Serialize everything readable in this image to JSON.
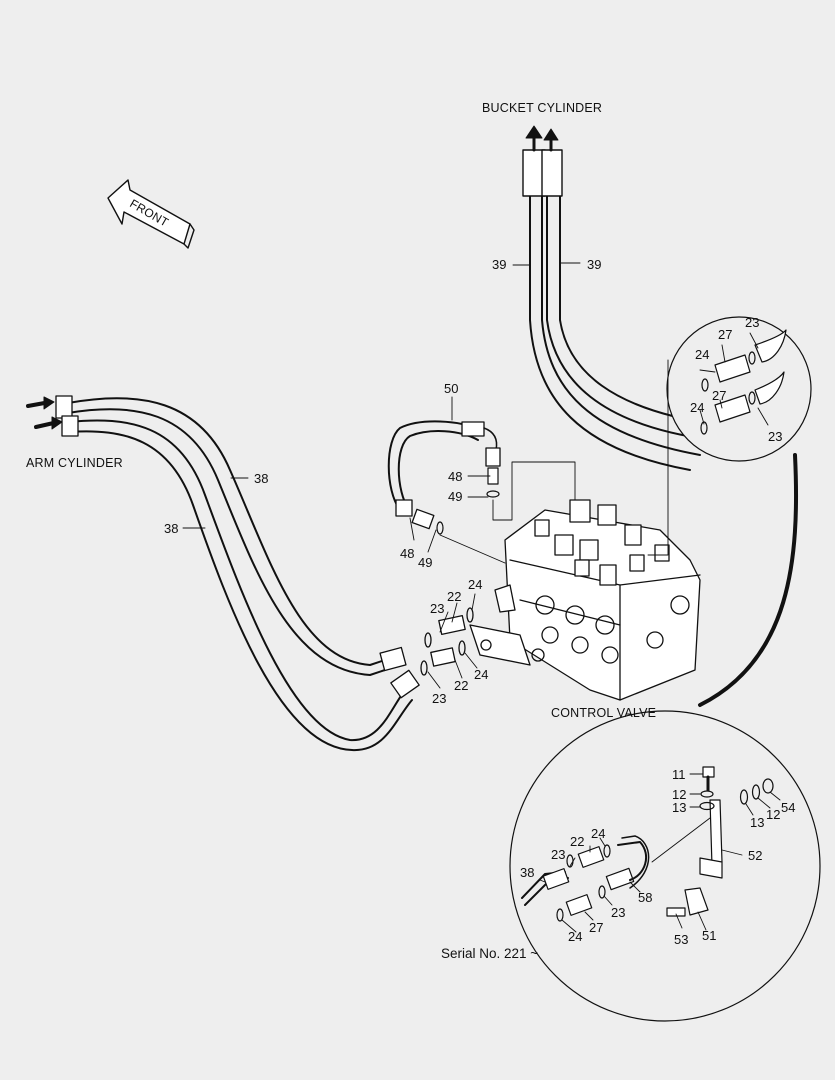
{
  "labels": {
    "bucket_cylinder": "BUCKET CYLINDER",
    "arm_cylinder": "ARM CYLINDER",
    "control_valve": "CONTROL VALVE",
    "front": "FRONT",
    "serial": "Serial No. 221 ~"
  },
  "parts": {
    "p39a": "39",
    "p39b": "39",
    "p38a": "38",
    "p38b": "38",
    "p38c": "38",
    "p50": "50",
    "p48a": "48",
    "p49a": "49",
    "p48b": "48",
    "p49b": "49",
    "p27a": "27",
    "p23a": "23",
    "p24a": "24",
    "p24b": "24",
    "p27b": "27",
    "p23b": "23",
    "p23c": "23",
    "p22a": "22",
    "p24c": "24",
    "p22b": "22",
    "p24d": "24",
    "p23d": "23",
    "p11": "11",
    "p12a": "12",
    "p13a": "13",
    "p13b": "13",
    "p12b": "12",
    "p54": "54",
    "p52": "52",
    "p22c": "22",
    "p24e": "24",
    "p23e": "23",
    "p58": "58",
    "p23f": "23",
    "p27c": "27",
    "p24f": "24",
    "p53": "53",
    "p51": "51"
  }
}
